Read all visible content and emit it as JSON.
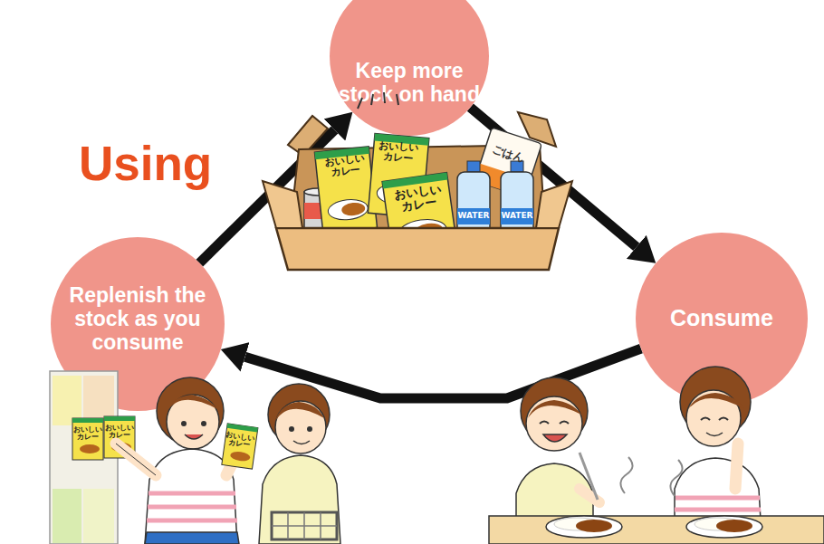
{
  "diagram": {
    "title": "Using",
    "nodes": [
      {
        "text": [
          "Keep more stock on hand"
        ]
      },
      {
        "text": [
          "Consume"
        ]
      },
      {
        "text": [
          "Replenish the stock as you consume"
        ]
      }
    ],
    "edges": [
      {
        "from": 0,
        "to": 1,
        "arrow": "to"
      },
      {
        "from": 1,
        "to": 2,
        "arrow": "to"
      },
      {
        "from": 2,
        "to": 0,
        "arrow": "to"
      }
    ],
    "labels": [
      "おいしい カレー",
      "おいしい カレー",
      "おいしい カレー",
      "ごはん",
      "WATER",
      "WATER",
      "おいしい カレー",
      "おいしい カレー",
      "おいしい カレー"
    ]
  }
}
